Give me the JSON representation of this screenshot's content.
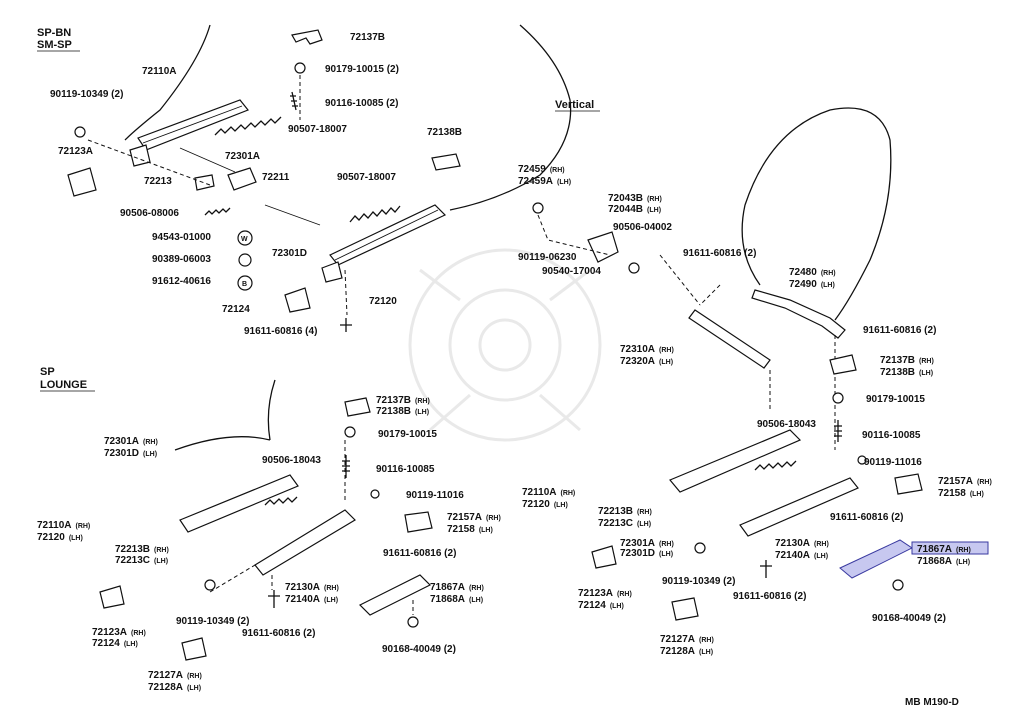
{
  "sections": {
    "sp_bn": [
      "SP-BN",
      "SM-SP"
    ],
    "vertical": "Vertical",
    "sp_lounge": [
      "SP",
      "LOUNGE"
    ]
  },
  "labels": [
    {
      "id": "l1",
      "text": "72137B"
    },
    {
      "id": "l2",
      "text": "90179-10015 (2)"
    },
    {
      "id": "l3",
      "text": "72110A"
    },
    {
      "id": "l4",
      "text": "90119-10349 (2)"
    },
    {
      "id": "l5",
      "text": "90116-10085 (2)"
    },
    {
      "id": "l6",
      "text": "90507-18007"
    },
    {
      "id": "l7",
      "text": "72123A"
    },
    {
      "id": "l8",
      "text": "72301A"
    },
    {
      "id": "l9",
      "text": "72138B"
    },
    {
      "id": "l10",
      "text": "72213"
    },
    {
      "id": "l11",
      "text": "72211"
    },
    {
      "id": "l12",
      "text": "90507-18007"
    },
    {
      "id": "l13",
      "text": "90506-08006"
    },
    {
      "id": "l14",
      "text": "94543-01000"
    },
    {
      "id": "l15",
      "text": "72301D"
    },
    {
      "id": "l16",
      "text": "90389-06003"
    },
    {
      "id": "l17",
      "text": "91612-40616"
    },
    {
      "id": "l18",
      "text": "72124"
    },
    {
      "id": "l19",
      "text": "72120"
    },
    {
      "id": "l20",
      "text": "91611-60816 (4)"
    },
    {
      "id": "l21",
      "text": "72459",
      "sub": "(RH)"
    },
    {
      "id": "l22",
      "text": "72459A",
      "sub": "(LH)"
    },
    {
      "id": "l23",
      "text": "72043B",
      "sub": "(RH)"
    },
    {
      "id": "l24",
      "text": "72044B",
      "sub": "(LH)"
    },
    {
      "id": "l25",
      "text": "90506-04002"
    },
    {
      "id": "l26",
      "text": "90119-06230"
    },
    {
      "id": "l27",
      "text": "90540-17004"
    },
    {
      "id": "l28",
      "text": "91611-60816 (2)"
    },
    {
      "id": "l29",
      "text": "72480",
      "sub": "(RH)"
    },
    {
      "id": "l30",
      "text": "72490",
      "sub": "(LH)"
    },
    {
      "id": "l31",
      "text": "91611-60816 (2)"
    },
    {
      "id": "l32",
      "text": "72310A",
      "sub": "(RH)"
    },
    {
      "id": "l33",
      "text": "72320A",
      "sub": "(LH)"
    },
    {
      "id": "l34",
      "text": "72137B",
      "sub": "(RH)"
    },
    {
      "id": "l35",
      "text": "72138B",
      "sub": "(LH)"
    },
    {
      "id": "l36",
      "text": "90179-10015"
    },
    {
      "id": "l37",
      "text": "90116-10085"
    },
    {
      "id": "l38",
      "text": "90506-18043"
    },
    {
      "id": "l39",
      "text": "90119-11016"
    },
    {
      "id": "l40",
      "text": "72157A",
      "sub": "(RH)"
    },
    {
      "id": "l41",
      "text": "72158",
      "sub": "(LH)"
    },
    {
      "id": "l42",
      "text": "72110A",
      "sub": "(RH)"
    },
    {
      "id": "l43",
      "text": "72120",
      "sub": "(LH)"
    },
    {
      "id": "l44",
      "text": "72213B",
      "sub": "(RH)"
    },
    {
      "id": "l45",
      "text": "72213C",
      "sub": "(LH)"
    },
    {
      "id": "l46",
      "text": "91611-60816 (2)"
    },
    {
      "id": "l47",
      "text": "72301A",
      "sub": "(RH)"
    },
    {
      "id": "l48",
      "text": "72301D",
      "sub": "(LH)"
    },
    {
      "id": "l49",
      "text": "72130A",
      "sub": "(RH)"
    },
    {
      "id": "l50",
      "text": "72140A",
      "sub": "(LH)"
    },
    {
      "id": "l51",
      "text": "71867A",
      "sub": "(RH)",
      "highlight": true
    },
    {
      "id": "l52",
      "text": "71868A",
      "sub": "(LH)"
    },
    {
      "id": "l53",
      "text": "72123A",
      "sub": "(RH)"
    },
    {
      "id": "l54",
      "text": "72124",
      "sub": "(LH)"
    },
    {
      "id": "l55",
      "text": "90119-10349 (2)"
    },
    {
      "id": "l56",
      "text": "91611-60816 (2)"
    },
    {
      "id": "l57",
      "text": "72127A",
      "sub": "(RH)"
    },
    {
      "id": "l58",
      "text": "72128A",
      "sub": "(LH)"
    },
    {
      "id": "l59",
      "text": "90168-40049 (2)"
    },
    {
      "id": "l60",
      "text": "72137B",
      "sub": "(RH)"
    },
    {
      "id": "l61",
      "text": "72138B",
      "sub": "(LH)"
    },
    {
      "id": "l62",
      "text": "90179-10015"
    },
    {
      "id": "l63",
      "text": "72301A",
      "sub": "(RH)"
    },
    {
      "id": "l64",
      "text": "72301D",
      "sub": "(LH)"
    },
    {
      "id": "l65",
      "text": "90506-18043"
    },
    {
      "id": "l66",
      "text": "90116-10085"
    },
    {
      "id": "l67",
      "text": "90119-11016"
    },
    {
      "id": "l68",
      "text": "72110A",
      "sub": "(RH)"
    },
    {
      "id": "l69",
      "text": "72120",
      "sub": "(LH)"
    },
    {
      "id": "l70",
      "text": "72157A",
      "sub": "(RH)"
    },
    {
      "id": "l71",
      "text": "72158",
      "sub": "(LH)"
    },
    {
      "id": "l72",
      "text": "72213B",
      "sub": "(RH)"
    },
    {
      "id": "l73",
      "text": "72213C",
      "sub": "(LH)"
    },
    {
      "id": "l74",
      "text": "91611-60816 (2)"
    },
    {
      "id": "l75",
      "text": "72130A",
      "sub": "(RH)"
    },
    {
      "id": "l76",
      "text": "72140A",
      "sub": "(LH)"
    },
    {
      "id": "l77",
      "text": "71867A",
      "sub": "(RH)"
    },
    {
      "id": "l78",
      "text": "71868A",
      "sub": "(LH)"
    },
    {
      "id": "l79",
      "text": "72123A",
      "sub": "(RH)"
    },
    {
      "id": "l80",
      "text": "72124",
      "sub": "(LH)"
    },
    {
      "id": "l81",
      "text": "90119-10349 (2)"
    },
    {
      "id": "l82",
      "text": "91611-60816 (2)"
    },
    {
      "id": "l83",
      "text": "90168-40049 (2)"
    },
    {
      "id": "l84",
      "text": "72127A",
      "sub": "(RH)"
    },
    {
      "id": "l85",
      "text": "72128A",
      "sub": "(LH)"
    }
  ],
  "footer": "MB M190-D",
  "colors": {
    "ink": "#111111",
    "highlight": "#c7c8f0",
    "highlight_border": "#3a3aa0"
  }
}
